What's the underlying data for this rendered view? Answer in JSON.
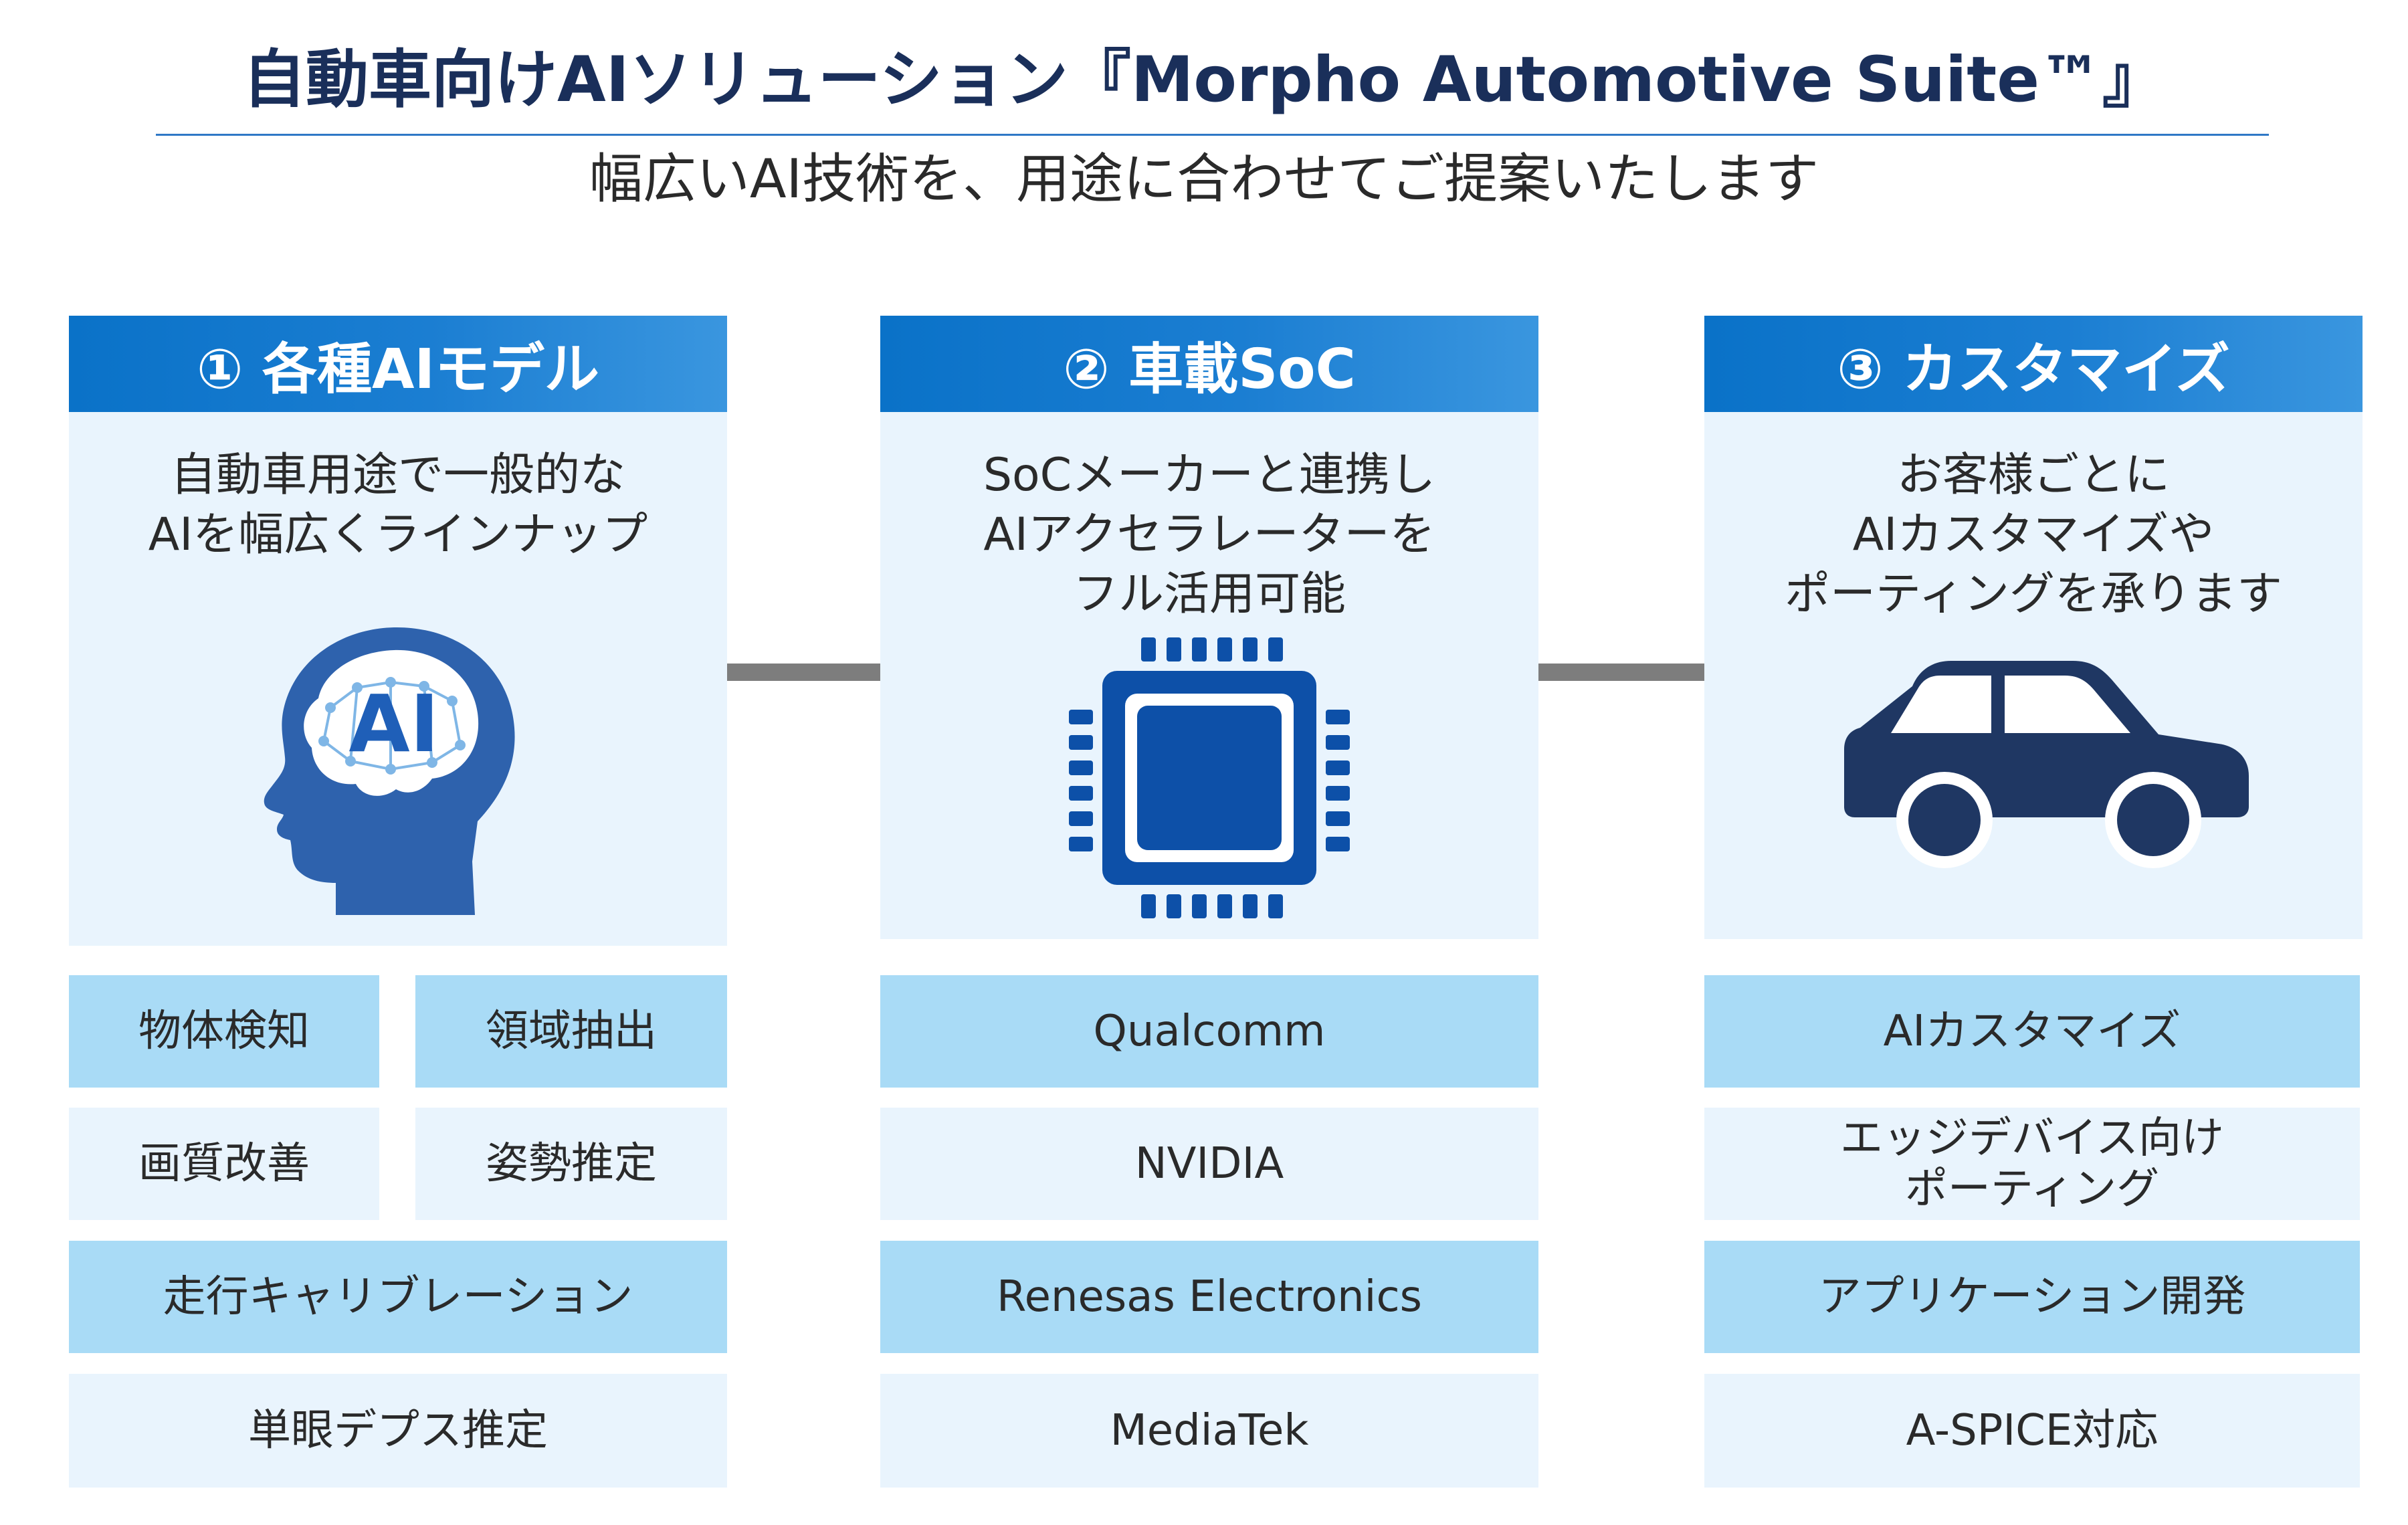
{
  "title": "自動車向けAIソリューション『Morpho Automotive Suite™』",
  "subtitle": "幅広いAI技術を、用途に合わせてご提案いたします",
  "columns": [
    {
      "header": "① 各種AIモデル",
      "description": [
        "自動車用途で一般的な",
        "AIを幅広くラインナップ"
      ],
      "icon": "ai-brain-head-icon",
      "icon_text": "AI",
      "items": [
        "物体検知",
        "領域抽出",
        "画質改善",
        "姿勢推定",
        "走行キャリブレーション",
        "単眼デプス推定"
      ]
    },
    {
      "header": "② 車載SoC",
      "description": [
        "SoCメーカーと連携し",
        "AIアクセラレーターを",
        "フル活用可能"
      ],
      "icon": "chip-icon",
      "items": [
        "Qualcomm",
        "NVIDIA",
        "Renesas Electronics",
        "MediaTek"
      ]
    },
    {
      "header": "③ カスタマイズ",
      "description": [
        "お客様ごとに",
        "AIカスタマイズや",
        "ポーティングを承ります"
      ],
      "icon": "car-icon",
      "items": [
        "AIカスタマイズ",
        "エッジデバイス向け",
        "ポーティング",
        "アプリケーション開発",
        "A-SPICE対応"
      ]
    }
  ],
  "colors": {
    "title": "#1a2f5a",
    "header_blue": "#0a72c8",
    "card_bg": "#e9f4fd",
    "tile_dark": "#a9dbf6",
    "icon_navy": "#1f3763",
    "icon_blue": "#0d50a8",
    "head_blue": "#2e62ad",
    "connector": "#7d7d7d"
  }
}
